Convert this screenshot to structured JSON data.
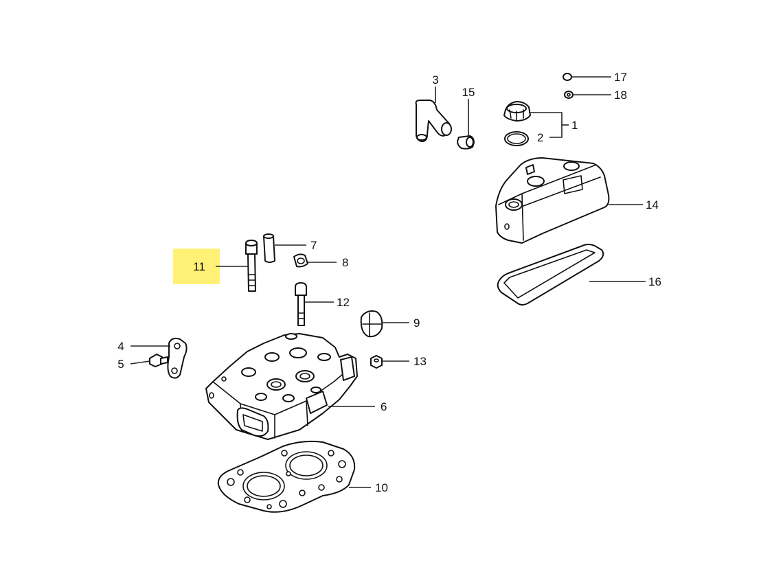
{
  "highlight_color": "#fff176",
  "line_color": "#111111",
  "highlighted_callout": "11",
  "callouts": [
    {
      "id": "c1",
      "label": "1"
    },
    {
      "id": "c2",
      "label": "2"
    },
    {
      "id": "c3",
      "label": "3"
    },
    {
      "id": "c4",
      "label": "4"
    },
    {
      "id": "c5",
      "label": "5"
    },
    {
      "id": "c6",
      "label": "6"
    },
    {
      "id": "c7",
      "label": "7"
    },
    {
      "id": "c8",
      "label": "8"
    },
    {
      "id": "c9",
      "label": "9"
    },
    {
      "id": "c10",
      "label": "10"
    },
    {
      "id": "c11",
      "label": "11"
    },
    {
      "id": "c12",
      "label": "12"
    },
    {
      "id": "c13",
      "label": "13"
    },
    {
      "id": "c14",
      "label": "14"
    },
    {
      "id": "c15",
      "label": "15"
    },
    {
      "id": "c16",
      "label": "16"
    },
    {
      "id": "c17",
      "label": "17"
    },
    {
      "id": "c18",
      "label": "18"
    }
  ]
}
